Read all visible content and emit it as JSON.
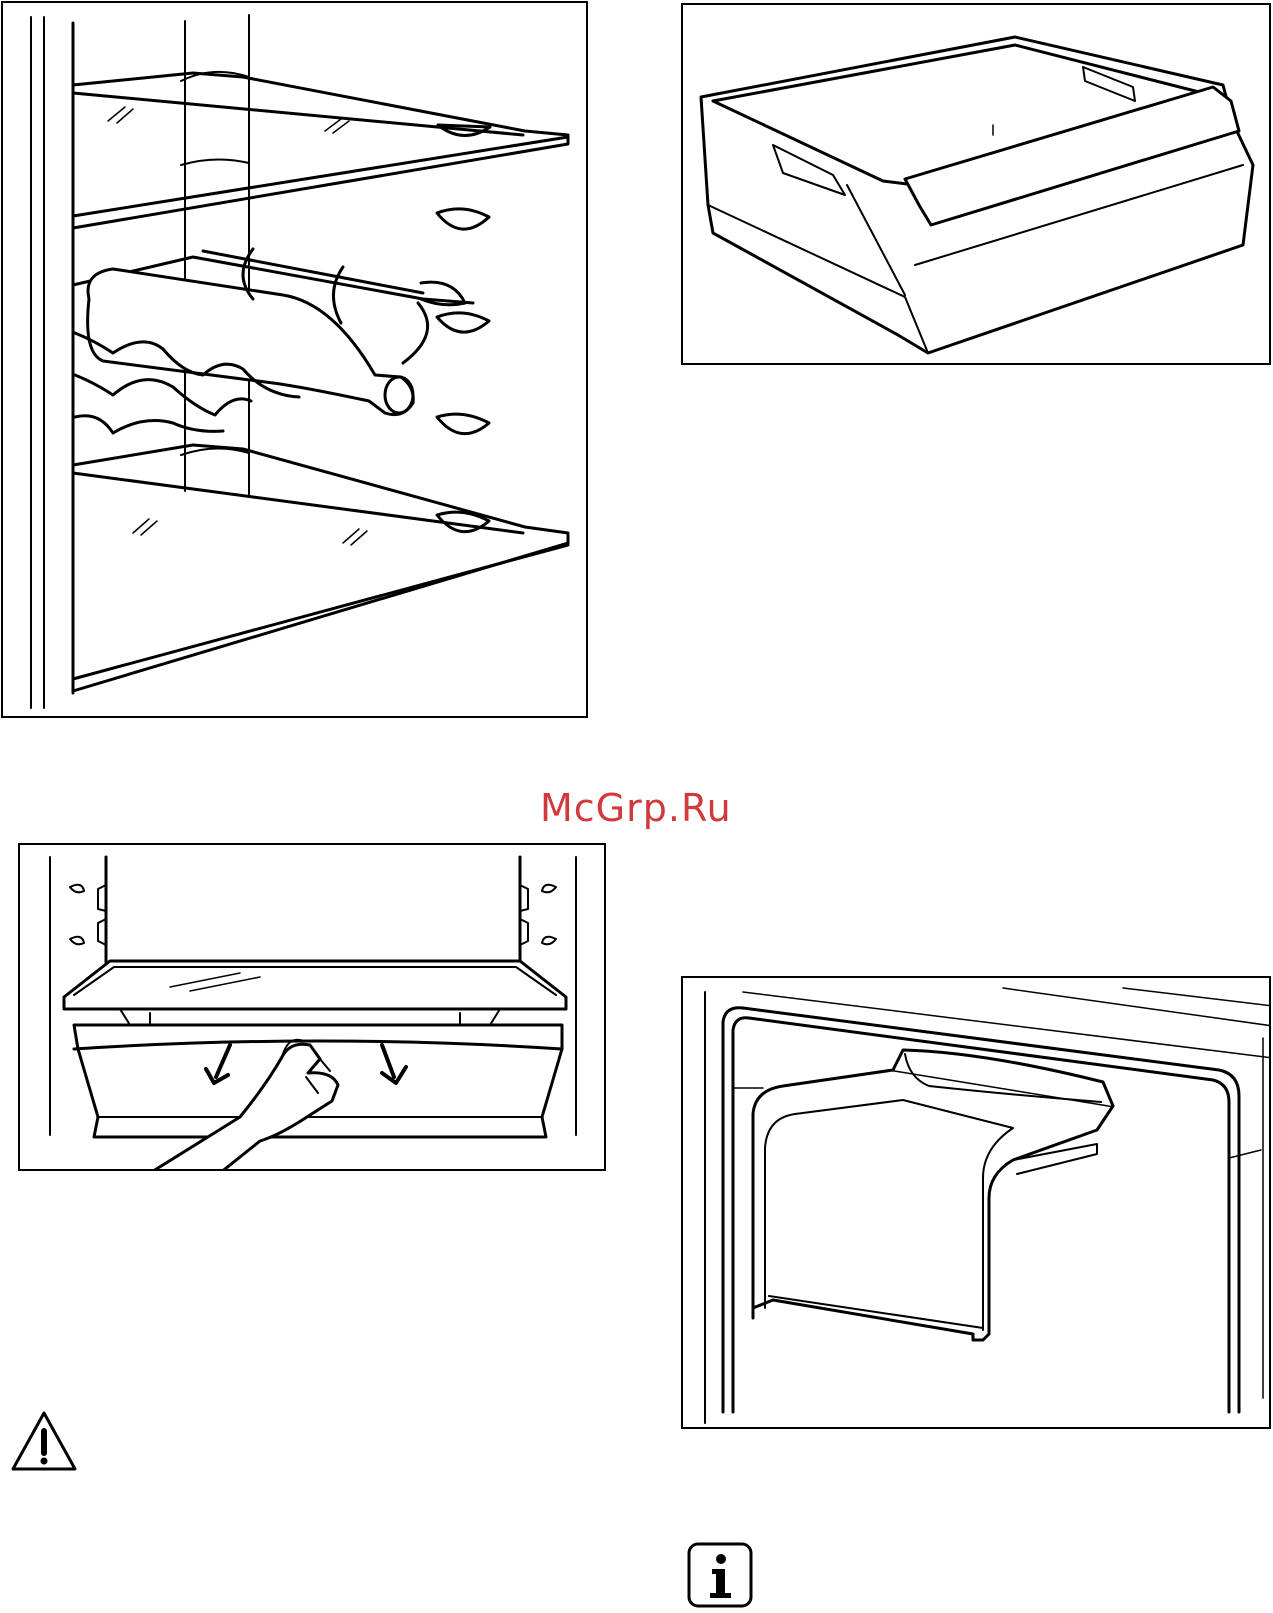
{
  "watermark": {
    "text": "McGrp.Ru",
    "color": "#d03a3a"
  },
  "figures": [
    {
      "id": "fig-shelves",
      "depicts": "glass-shelves-with-bottle-rack"
    },
    {
      "id": "fig-drawer",
      "depicts": "crisper-drawer"
    },
    {
      "id": "fig-remove",
      "depicts": "drawer-removal-with-hand-arrows"
    },
    {
      "id": "fig-cover",
      "depicts": "fan-cover"
    }
  ],
  "icons": {
    "warning": "warning-triangle-icon",
    "info": "info-icon"
  }
}
